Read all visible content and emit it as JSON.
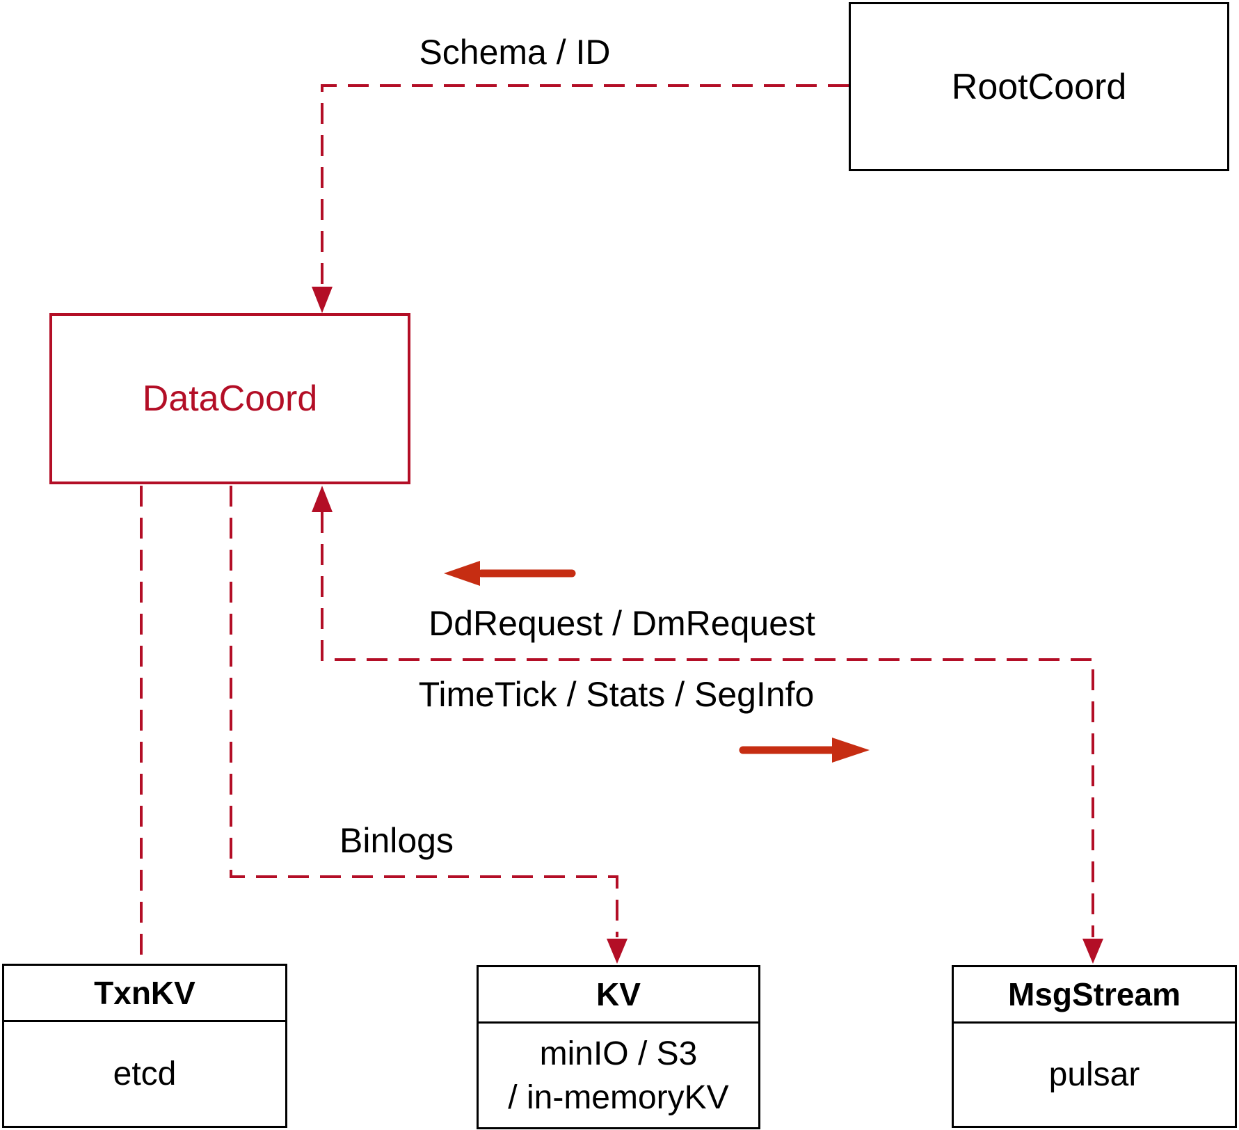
{
  "nodes": {
    "rootcoord": {
      "label": "RootCoord"
    },
    "datacoord": {
      "label": "DataCoord"
    },
    "txnkv": {
      "title": "TxnKV",
      "body": "etcd"
    },
    "kv": {
      "title": "KV",
      "body_line1": "minIO / S3",
      "body_line2": "/ in-memoryKV"
    },
    "msgstream": {
      "title": "MsgStream",
      "body": "pulsar"
    }
  },
  "edges": {
    "schema_id": {
      "label": "Schema / ID",
      "from": "RootCoord",
      "to": "DataCoord",
      "style": "dashed"
    },
    "requests_in": {
      "label": "DdRequest / DmRequest",
      "to": "DataCoord",
      "style": "dashed"
    },
    "stream_out": {
      "label": "TimeTick / Stats / SegInfo",
      "from": "DataCoord",
      "to": "MsgStream",
      "style": "dashed"
    },
    "binlogs": {
      "label": "Binlogs",
      "from": "DataCoord",
      "to": "KV",
      "style": "dashed"
    },
    "txnkv_link": {
      "from": "DataCoord",
      "to": "TxnKV",
      "style": "dashed"
    }
  },
  "colors": {
    "crimson": "#B30E26",
    "arrow_red": "#C62D12",
    "ink": "#000000",
    "paper": "#FFFFFF"
  }
}
